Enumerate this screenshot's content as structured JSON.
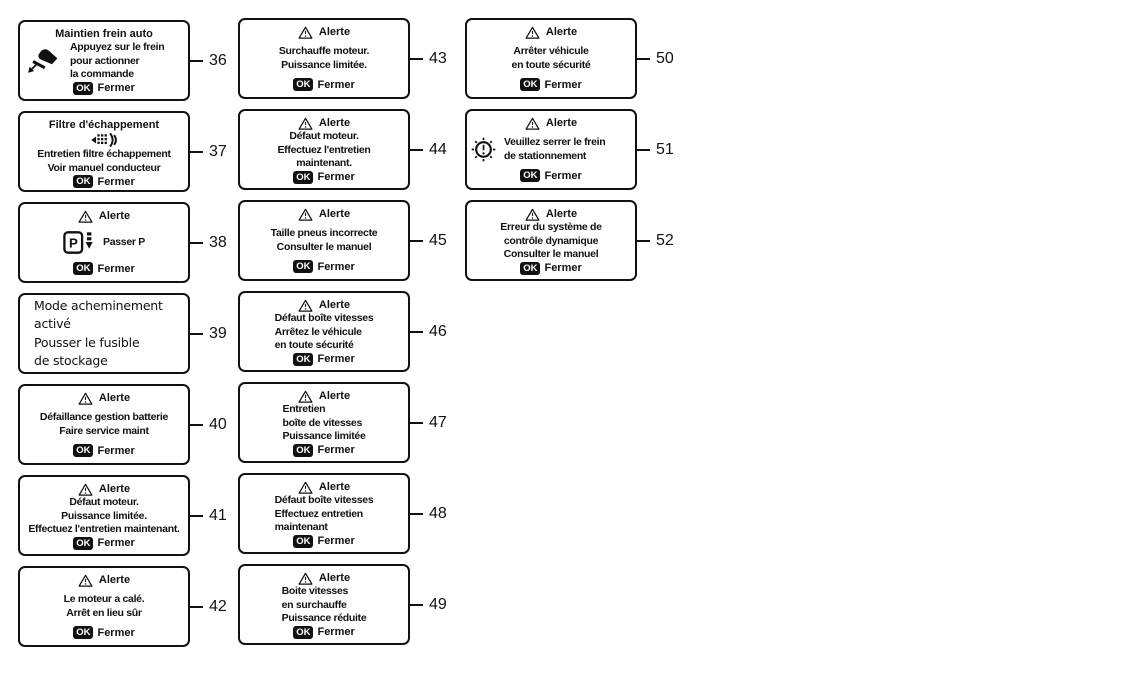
{
  "figure": {
    "colors": {
      "ink": "#111111",
      "background": "#ffffff"
    },
    "columns": [
      {
        "boxes": [
          {
            "ref": "36",
            "title": "Maintien frein auto",
            "title_style": "plain",
            "icon": "brake-pedal-icon",
            "body_layout": "icon-left",
            "body_lines": [
              "Appuyez sur le frein",
              "pour actionner",
              "la commande"
            ],
            "ok_key": "OK",
            "ok_label": "Fermer"
          },
          {
            "ref": "37",
            "title": "Filtre d'échappement",
            "title_style": "plain",
            "icon": "exhaust-filter-icon",
            "body_layout": "icon-top",
            "body_lines": [
              "Entretien filtre échappement",
              "Voir manuel conducteur"
            ],
            "ok_key": "OK",
            "ok_label": "Fermer"
          },
          {
            "ref": "38",
            "title": "Alerte",
            "title_style": "alert",
            "icon": "shift-park-icon",
            "body_layout": "icon-inline",
            "body_lines": [
              "Passer P"
            ],
            "ok_key": "OK",
            "ok_label": "Fermer"
          },
          {
            "ref": "39",
            "body_layout": "plain-left",
            "body_lines": [
              "Mode acheminement",
              "activé",
              "Pousser le fusible",
              "de stockage"
            ]
          },
          {
            "ref": "40",
            "title": "Alerte",
            "title_style": "alert",
            "body_layout": "center",
            "body_lines": [
              "Défaillance gestion batterie",
              "Faire service maint"
            ],
            "ok_key": "OK",
            "ok_label": "Fermer"
          },
          {
            "ref": "41",
            "title": "Alerte",
            "title_style": "alert",
            "body_layout": "center",
            "body_lines": [
              "Défaut moteur.",
              "Puissance limitée.",
              "Effectuez l'entretien maintenant."
            ],
            "ok_key": "OK",
            "ok_label": "Fermer"
          },
          {
            "ref": "42",
            "title": "Alerte",
            "title_style": "alert",
            "body_layout": "center",
            "body_lines": [
              "Le moteur a calé.",
              "Arrêt en lieu sûr"
            ],
            "ok_key": "OK",
            "ok_label": "Fermer"
          }
        ]
      },
      {
        "boxes": [
          {
            "ref": "43",
            "title": "Alerte",
            "title_style": "alert",
            "body_layout": "center",
            "body_lines": [
              "Surchauffe moteur.",
              "Puissance limitée."
            ],
            "ok_key": "OK",
            "ok_label": "Fermer"
          },
          {
            "ref": "44",
            "title": "Alerte",
            "title_style": "alert",
            "body_layout": "center",
            "body_lines": [
              "Défaut moteur.",
              "Effectuez l'entretien",
              "maintenant."
            ],
            "ok_key": "OK",
            "ok_label": "Fermer"
          },
          {
            "ref": "45",
            "title": "Alerte",
            "title_style": "alert",
            "body_layout": "center",
            "body_lines": [
              "Taille pneus incorrecte",
              "Consulter le manuel"
            ],
            "ok_key": "OK",
            "ok_label": "Fermer"
          },
          {
            "ref": "46",
            "title": "Alerte",
            "title_style": "alert",
            "body_layout": "left-block",
            "body_lines": [
              "Défaut boîte vitesses",
              "Arrêtez le véhicule",
              "en toute sécurité"
            ],
            "ok_key": "OK",
            "ok_label": "Fermer"
          },
          {
            "ref": "47",
            "title": "Alerte",
            "title_style": "alert",
            "body_layout": "left-block",
            "body_lines": [
              "Entretien",
              "boîte de vitesses",
              "Puissance limitée"
            ],
            "ok_key": "OK",
            "ok_label": "Fermer"
          },
          {
            "ref": "48",
            "title": "Alerte",
            "title_style": "alert",
            "body_layout": "left-block",
            "body_lines": [
              "Défaut boîte vitesses",
              "Effectuez entretien",
              "maintenant"
            ],
            "ok_key": "OK",
            "ok_label": "Fermer"
          },
          {
            "ref": "49",
            "title": "Alerte",
            "title_style": "alert",
            "body_layout": "left-block",
            "body_lines": [
              "Boite vitesses",
              "en surchauffe",
              "Puissance réduite"
            ],
            "ok_key": "OK",
            "ok_label": "Fermer"
          }
        ]
      },
      {
        "boxes": [
          {
            "ref": "50",
            "title": "Alerte",
            "title_style": "alert",
            "body_layout": "center",
            "body_lines": [
              "Arrêter véhicule",
              "en toute sécurité"
            ],
            "ok_key": "OK",
            "ok_label": "Fermer"
          },
          {
            "ref": "51",
            "title": "Alerte",
            "title_style": "alert",
            "icon": "parking-brake-icon",
            "body_layout": "icon-left",
            "body_lines": [
              "Veuillez serrer le frein",
              "de stationnement"
            ],
            "ok_key": "OK",
            "ok_label": "Fermer"
          },
          {
            "ref": "52",
            "title": "Alerte",
            "title_style": "alert",
            "body_layout": "center",
            "body_lines": [
              "Erreur du système de",
              "contrôle dynamique",
              "Consulter le manuel"
            ],
            "ok_key": "OK",
            "ok_label": "Fermer"
          }
        ]
      }
    ]
  }
}
